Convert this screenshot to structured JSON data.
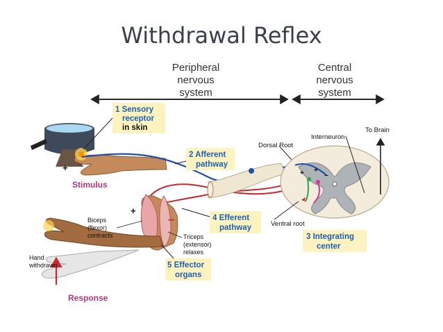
{
  "title": "Withdrawal Reflex",
  "regions": {
    "peripheral": [
      "Peripheral",
      "nervous",
      "system"
    ],
    "central": [
      "Central",
      "nervous",
      "system"
    ]
  },
  "steps": {
    "sensory": [
      "1 Sensory",
      "receptor",
      "in skin"
    ],
    "afferent": [
      "2 Afferent",
      "pathway"
    ],
    "integrating": [
      "3 Integrating",
      "center"
    ],
    "efferent": [
      "4 Efferent",
      "pathway"
    ],
    "effector": [
      "5 Effector",
      "organs"
    ]
  },
  "labels": {
    "stimulus": "Stimulus",
    "response": "Response",
    "dorsal_root": "Dorsal Root",
    "ventral_root": "Ventral root",
    "interneuron": "Interneuron",
    "to_brain": "To Brain",
    "biceps": [
      "Biceps",
      "(flexor)",
      "contracts"
    ],
    "triceps": [
      "Triceps",
      "(extensor)",
      "relaxes"
    ],
    "hand_withdrawn": [
      "Hand",
      "withdrawn"
    ],
    "plus": "+",
    "minus": "−"
  },
  "colors": {
    "callout_bg": "#fdf3c0",
    "step_text": "#1e5fb4",
    "stimulus_text": "#b0367e",
    "afferent_nerve": "#1f4fa8",
    "efferent_nerve": "#c8282e",
    "arrow": "#222222"
  }
}
